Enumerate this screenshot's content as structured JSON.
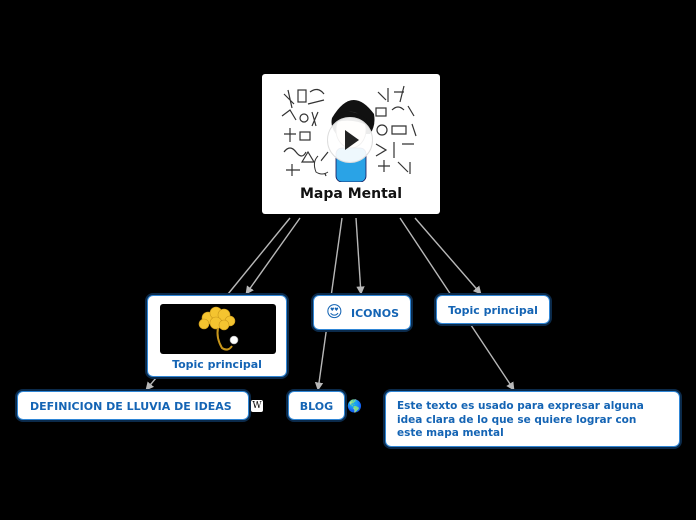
{
  "central": {
    "title": "Mapa Mental"
  },
  "nodes": {
    "topic_image": {
      "label": "Topic principal"
    },
    "iconos": {
      "label": "ICONOS",
      "emoji": "😍"
    },
    "topic_right": {
      "label": "Topic principal"
    },
    "definicion": {
      "label": "DEFINICION DE LLUVIA DE IDEAS"
    },
    "blog": {
      "label": "BLOG"
    },
    "texto": {
      "label": "Este texto es usado para expresar alguna idea clara de lo que se quiere lograr con este mapa mental"
    }
  },
  "icons": {
    "wiki": "W",
    "globe": "🌎"
  },
  "colors": {
    "background": "#000000",
    "node_border": "#2f86d6",
    "node_text": "#1464b4",
    "connector": "#b8b8b8"
  }
}
